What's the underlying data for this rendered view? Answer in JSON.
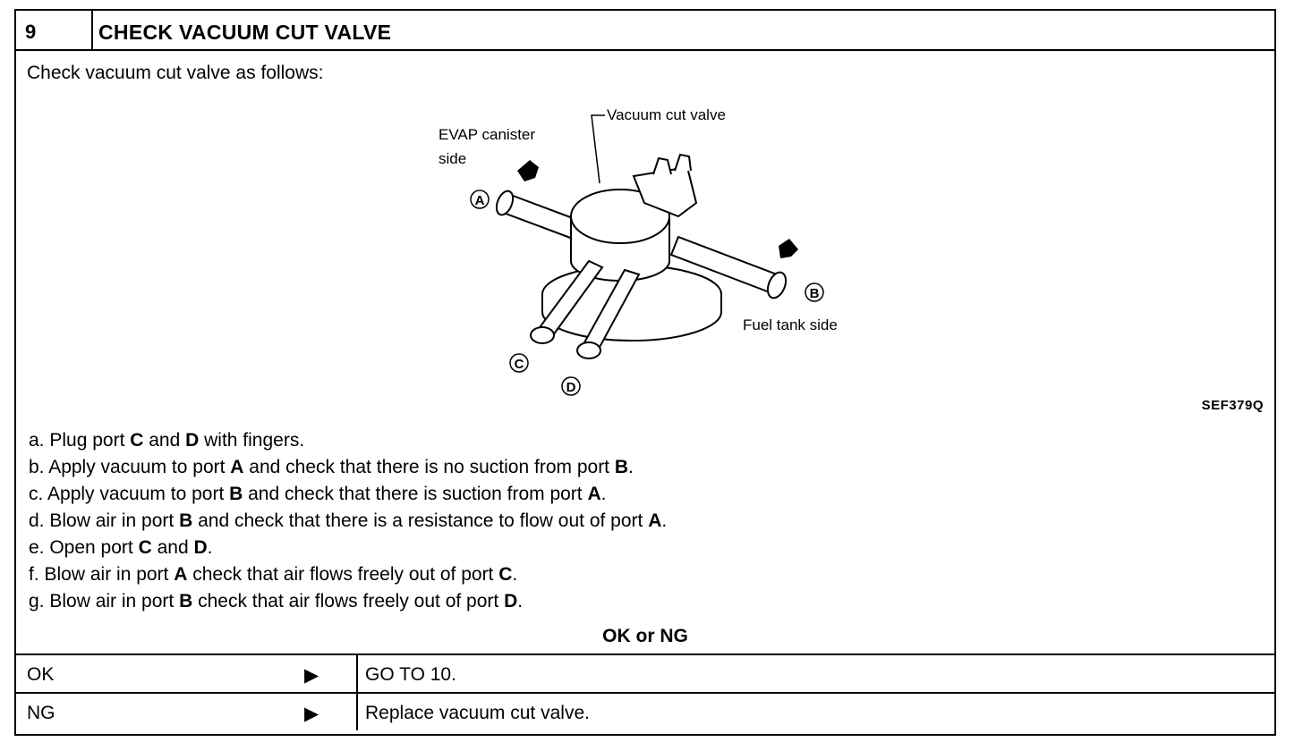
{
  "header": {
    "step_number": "9",
    "title": "CHECK VACUUM CUT VALVE"
  },
  "intro": "Check vacuum cut valve as follows:",
  "figure": {
    "labels": {
      "valve": "Vacuum cut valve",
      "evap_line1": "EVAP canister",
      "evap_line2": "side",
      "fuel": "Fuel tank side",
      "port_a": "A",
      "port_b": "B",
      "port_c": "C",
      "port_d": "D"
    },
    "code": "SEF379Q"
  },
  "steps": [
    [
      {
        "t": "a.  Plug port "
      },
      {
        "t": "C",
        "b": true
      },
      {
        "t": " and "
      },
      {
        "t": "D",
        "b": true
      },
      {
        "t": " with fingers."
      }
    ],
    [
      {
        "t": "b.  Apply vacuum to port "
      },
      {
        "t": "A",
        "b": true
      },
      {
        "t": " and check that there is no suction from port "
      },
      {
        "t": "B",
        "b": true
      },
      {
        "t": "."
      }
    ],
    [
      {
        "t": "c.  Apply vacuum to port "
      },
      {
        "t": "B",
        "b": true
      },
      {
        "t": " and check that there is suction from port "
      },
      {
        "t": "A",
        "b": true
      },
      {
        "t": "."
      }
    ],
    [
      {
        "t": "d.  Blow air in port "
      },
      {
        "t": "B",
        "b": true
      },
      {
        "t": " and check that there is a resistance to flow out of port "
      },
      {
        "t": "A",
        "b": true
      },
      {
        "t": "."
      }
    ],
    [
      {
        "t": "e.  Open port "
      },
      {
        "t": "C",
        "b": true
      },
      {
        "t": " and "
      },
      {
        "t": "D",
        "b": true
      },
      {
        "t": "."
      }
    ],
    [
      {
        "t": "f.  Blow air in port "
      },
      {
        "t": "A",
        "b": true
      },
      {
        "t": " check that air flows freely out of port "
      },
      {
        "t": "C",
        "b": true
      },
      {
        "t": "."
      }
    ],
    [
      {
        "t": "g.  Blow air in port "
      },
      {
        "t": "B",
        "b": true
      },
      {
        "t": " check that air flows freely out of port "
      },
      {
        "t": "D",
        "b": true
      },
      {
        "t": "."
      }
    ]
  ],
  "result_heading": "OK or NG",
  "results": [
    {
      "condition": "OK",
      "arrow": "▶",
      "action": "GO TO 10."
    },
    {
      "condition": "NG",
      "arrow": "▶",
      "action": "Replace vacuum cut valve."
    }
  ]
}
